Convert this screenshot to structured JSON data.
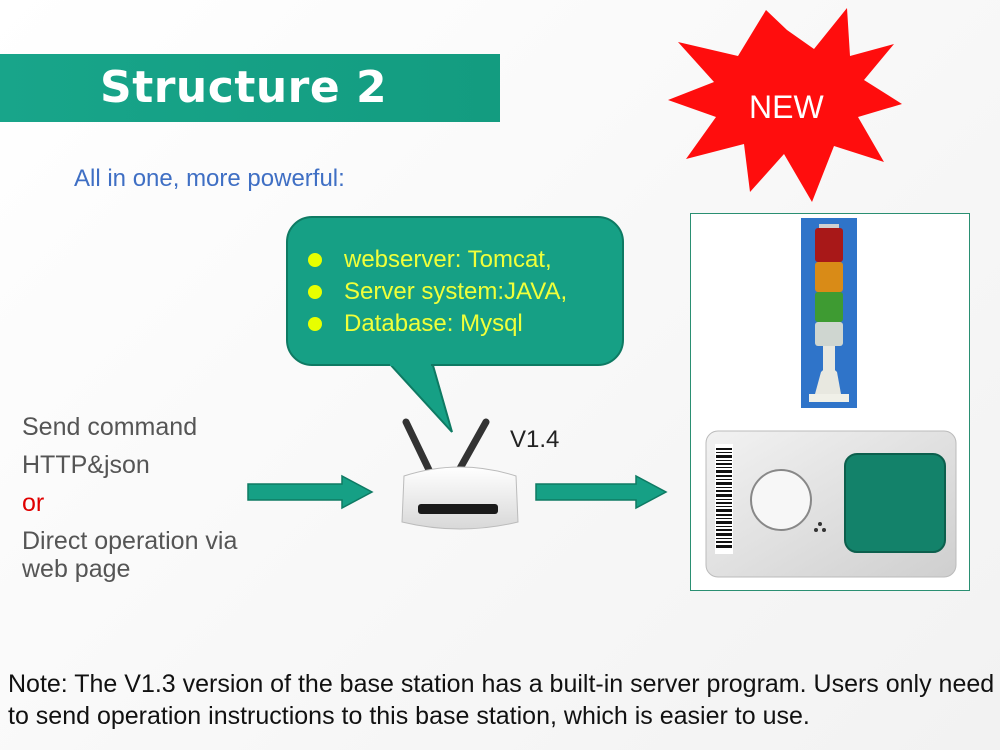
{
  "slide": {
    "title": "Structure 2",
    "subtitle": "All in one, more powerful:",
    "badge": "NEW",
    "bubble_items": [
      {
        "label": "webserver: Tomcat,"
      },
      {
        "label": "Server system:JAVA,"
      },
      {
        "label": "Database: Mysql"
      }
    ],
    "left_lines": {
      "line1": "Send command",
      "line2": "HTTP&json",
      "or": "or",
      "line3": "Direct operation via",
      "line4": "web page"
    },
    "version": "V1.4",
    "note": "Note: The V1.3 version of the base station has a built-in server program. Users only need to send operation instructions to this base station, which is easier to use."
  },
  "colors": {
    "accent": "#16a085",
    "subtitle": "#3f6fc4",
    "bullet": "#e8ff00",
    "badge_red": "#ff0d0d",
    "or_red": "#e00000"
  },
  "icons": [
    "router-icon",
    "tower-light-icon",
    "barcode-icon",
    "push-button-icon",
    "starburst-icon",
    "right-arrow-icon"
  ]
}
